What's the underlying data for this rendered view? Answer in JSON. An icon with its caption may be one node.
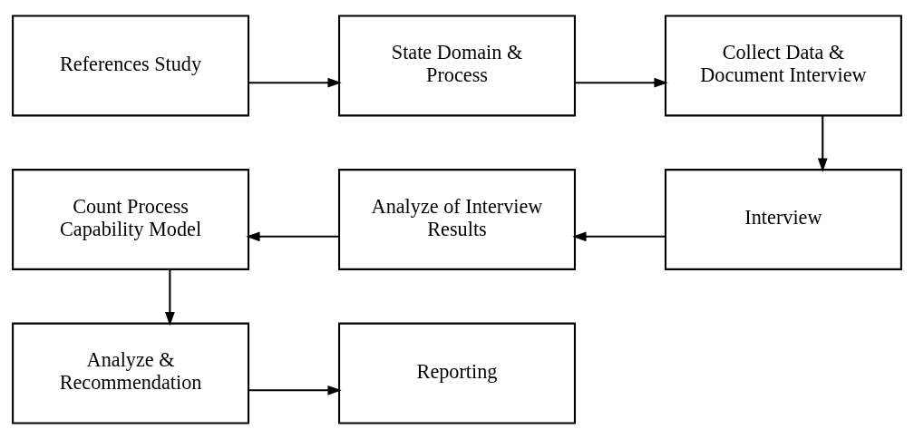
{
  "diagram": {
    "nodes": [
      {
        "text": [
          "References Study"
        ]
      },
      {
        "text": [
          "State Domain & Process"
        ]
      },
      {
        "text": [
          "Collect Data & Document Interview"
        ]
      },
      {
        "text": [
          "Count Process Capability Model"
        ]
      },
      {
        "text": [
          "Analyze of Interview Results"
        ]
      },
      {
        "text": [
          "Interview"
        ]
      },
      {
        "text": [
          "Analyze & Recommendation"
        ]
      },
      {
        "text": [
          "Reporting"
        ]
      }
    ],
    "edges": [
      {
        "from": 0,
        "to": 1,
        "arrow": "to"
      },
      {
        "from": 1,
        "to": 2,
        "arrow": "to"
      },
      {
        "from": 2,
        "to": 5,
        "arrow": "to"
      },
      {
        "from": 5,
        "to": 4,
        "arrow": "to"
      },
      {
        "from": 4,
        "to": 3,
        "arrow": "to"
      },
      {
        "from": 3,
        "to": 6,
        "arrow": "to"
      },
      {
        "from": 6,
        "to": 7,
        "arrow": "to"
      }
    ]
  }
}
